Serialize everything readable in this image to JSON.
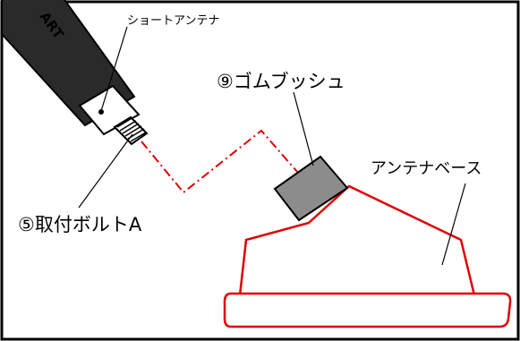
{
  "labels": {
    "short_antenna": "ショートアンテナ",
    "rubber_bush": "⑨ゴムブッシュ",
    "antenna_base": "アンテナベース",
    "mounting_bolt": "⑤取付ボルトA"
  },
  "antenna_brand_text": "ART",
  "colors": {
    "frame": "#000000",
    "antenna_body": "#2a2a2a",
    "antenna_tip": "#ffffff",
    "bush_fill": "#8c8c8c",
    "base_outline": "#e00000",
    "guide_line": "#e00000"
  }
}
